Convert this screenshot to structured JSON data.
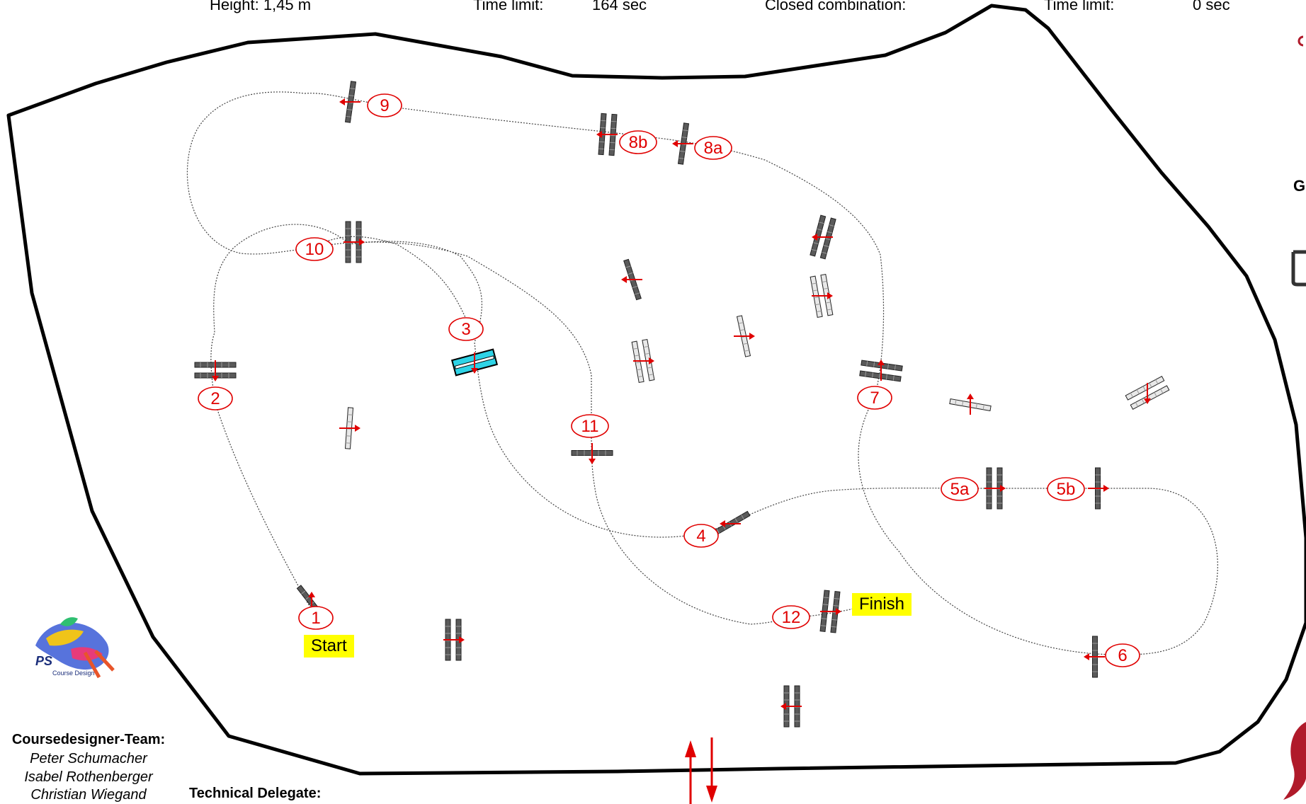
{
  "header": {
    "height": "Height: 1,45 m",
    "time_limit_label": "Time limit:",
    "time_limit_value": "164 sec",
    "closed_combination": "Closed combination:",
    "time_limit_label_2": "Time limit:",
    "time_limit_value_2": "0 sec"
  },
  "signs": {
    "start": "Start",
    "finish": "Finish"
  },
  "jumps": [
    "1",
    "2",
    "3",
    "4",
    "5a",
    "5b",
    "6",
    "7",
    "8a",
    "8b",
    "9",
    "10",
    "11",
    "12"
  ],
  "team": {
    "title": "Coursedesigner-Team:",
    "members": [
      "Peter Schumacher",
      "Isabel Rothenberger",
      "Christian Wiegand"
    ]
  },
  "technical_delegate": "Technical Delegate:",
  "logo": {
    "initials": "PS",
    "subtitle": "Course Design"
  },
  "edge_letters": [
    "G"
  ],
  "colors": {
    "number_circle": "#e00000",
    "sign_background": "#ffff00",
    "water_jump": "#2ed3e6",
    "poles": "#5a5a5a"
  }
}
